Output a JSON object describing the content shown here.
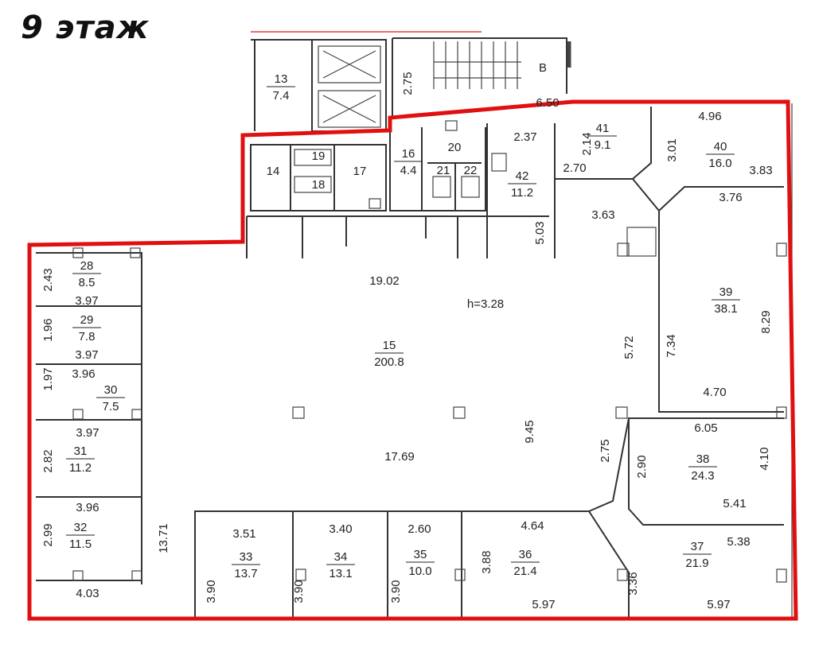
{
  "title": "9 этаж",
  "colors": {
    "outline": "#e01010",
    "walls": "#333333"
  },
  "rooms": [
    {
      "number": "13",
      "area": "7.4"
    },
    {
      "number": "14",
      "area": null
    },
    {
      "number": "19",
      "area": null
    },
    {
      "number": "18",
      "area": null
    },
    {
      "number": "17",
      "area": null
    },
    {
      "number": "16",
      "area": "4.4"
    },
    {
      "number": "20",
      "area": null
    },
    {
      "number": "21",
      "area": null
    },
    {
      "number": "22",
      "area": null
    },
    {
      "number": "42",
      "area": "11.2"
    },
    {
      "number": "41",
      "area": "9.1"
    },
    {
      "number": "40",
      "area": "16.0"
    },
    {
      "number": "39",
      "area": "38.1"
    },
    {
      "number": "15",
      "area": "200.8"
    },
    {
      "number": "28",
      "area": "8.5"
    },
    {
      "number": "29",
      "area": "7.8"
    },
    {
      "number": "30",
      "area": "7.5"
    },
    {
      "number": "31",
      "area": "11.2"
    },
    {
      "number": "32",
      "area": "11.5"
    },
    {
      "number": "33",
      "area": "13.7"
    },
    {
      "number": "34",
      "area": "13.1"
    },
    {
      "number": "35",
      "area": "10.0"
    },
    {
      "number": "36",
      "area": "21.4"
    },
    {
      "number": "37",
      "area": "21.9"
    },
    {
      "number": "38",
      "area": "24.3"
    },
    {
      "number": "В",
      "area": null
    }
  ],
  "dimensions": [
    "2.75",
    "6.50",
    "2.37",
    "5.03",
    "2.14",
    "2.70",
    "3.01",
    "4.96",
    "3.83",
    "3.76",
    "3.63",
    "19.02",
    "h=3.28",
    "5.72",
    "7.34",
    "8.29",
    "4.70",
    "6.05",
    "4.10",
    "2.90",
    "5.41",
    "5.38",
    "2.75",
    "9.45",
    "17.69",
    "13.71",
    "2.43",
    "3.97",
    "1.96",
    "3.97",
    "1.97",
    "3.96",
    "3.97",
    "2.82",
    "3.96",
    "2.99",
    "4.03",
    "3.51",
    "3.40",
    "2.60",
    "4.64",
    "3.90",
    "3.90",
    "3.90",
    "3.88",
    "3.36",
    "5.97",
    "5.97"
  ]
}
